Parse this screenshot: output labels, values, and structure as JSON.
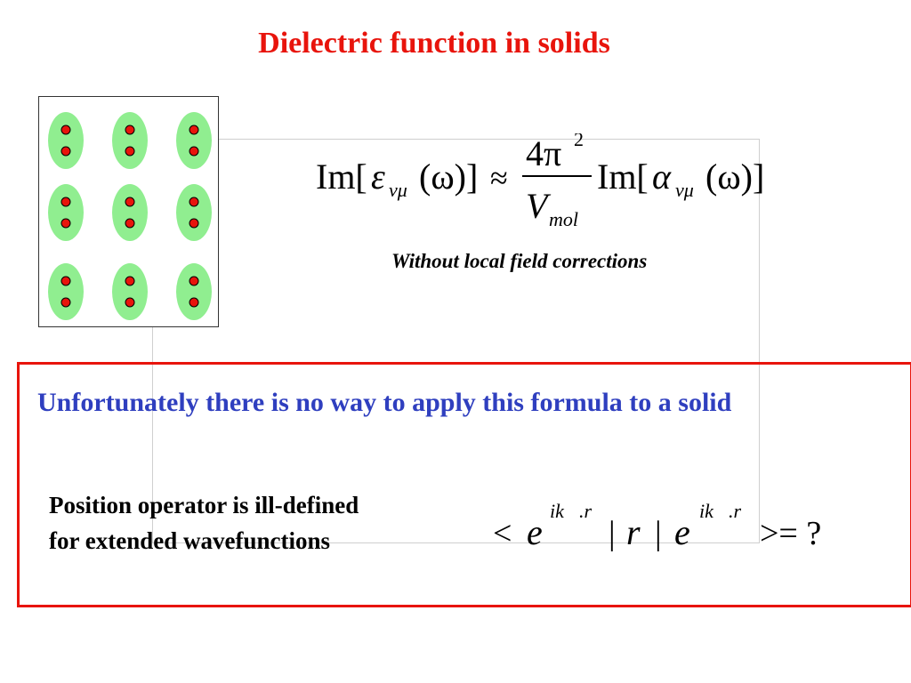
{
  "title": "Dielectric function in solids",
  "equation": {
    "lhs_func": "Im[",
    "epsilon": "ε",
    "nu_mu": "νμ",
    "arg": "(ω)]",
    "approx": "≈",
    "numerator": "4π",
    "numerator_sup": "2",
    "denominator": "V",
    "denominator_sub": "mol",
    "rhs_func": "Im[",
    "alpha": "α"
  },
  "note": "Without local field corrections",
  "highlight_text": "Unfortunately there is no way to apply this formula to a solid",
  "position_text_line1": "Position operator is ill-defined",
  "position_text_line2": "for extended wavefunctions",
  "matrix_element": {
    "lt": "<",
    "e": "e",
    "exponent": "ik⃗.r⃗",
    "bar": "|",
    "r": "r⃗",
    "gt_eq": ">= ?"
  },
  "lattice": {
    "rows": 3,
    "cols": 3,
    "molecule_color": "#90ee90",
    "atom_color": "#e8140c"
  },
  "colors": {
    "title": "#e8140c",
    "highlight": "#2f3fbf",
    "frame": "#e8140c"
  }
}
